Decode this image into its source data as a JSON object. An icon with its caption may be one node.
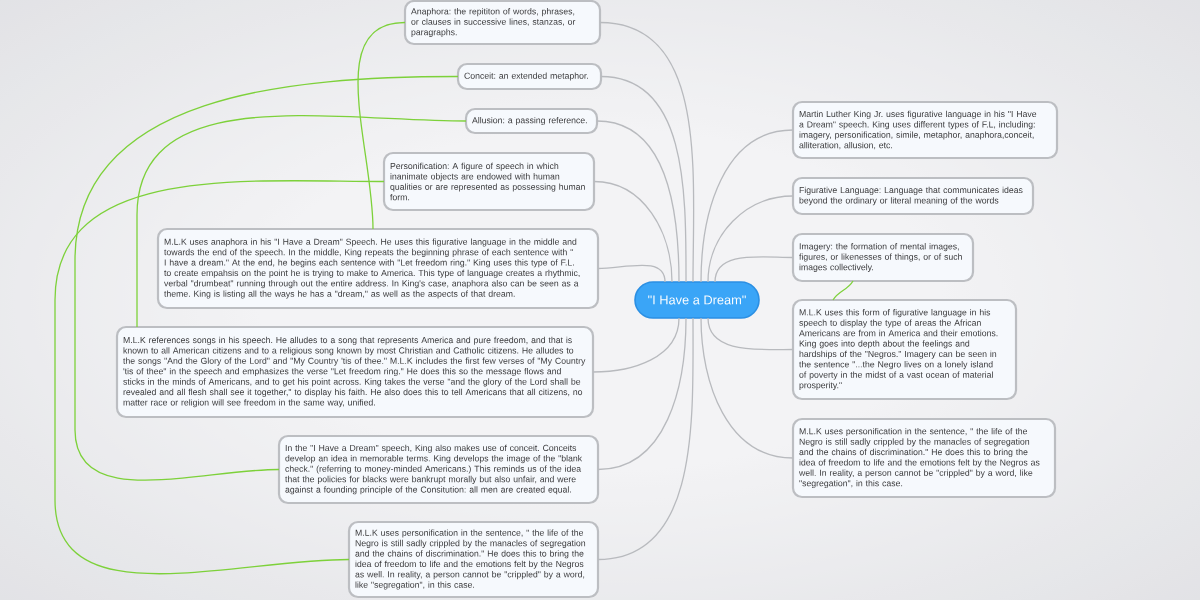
{
  "diagram": {
    "nodes": [
      {
        "text": [
          "\"I Have a Dream\""
        ]
      },
      {
        "text": [
          "Anaphora: the repititon of words, phrases, or clauses in successive lines, stanzas, or paragraphs."
        ]
      },
      {
        "text": [
          "Conceit: an extended metaphor."
        ]
      },
      {
        "text": [
          "Allusion: a passing reference."
        ]
      },
      {
        "text": [
          "Personification: A figure of speech in which inanimate objects are endowed with human qualities or are represented as possessing human form."
        ]
      },
      {
        "text": [
          "M.L.K uses anaphora in his \"I Have a Dream\" Speech. He uses this figurative language in the middle and towards the end of the speech. In the middle, King repeats the beginning phrase of each sentence with \" I have a dream.\" At the end, he begins each sentence with \"Let freedom ring.\" King uses this type of F.L. to create empahsis on the point he is trying to make to America. This type of language creates a rhythmic, verbal \"drumbeat\" running through out the entire address. In King's case, anaphora also can be seen as a theme. King is listing all the ways he has a \"dream,\" as well as the aspects of that dream."
        ]
      },
      {
        "text": [
          "M.L.K references songs in his speech. He alludes to a song that represents America and pure freedom, and that is known to all American citizens and to a religious song known by most Christian and Catholic citizens. He alludes to the songs \"And the Glory of the Lord\" and \"My Country 'tis of thee.\" M.L.K includes the first few verses of \"My Country 'tis of thee\" in the speech and emphasizes the verse \"Let freedom ring.\" He does this so the message flows and sticks in the minds of Americans, and to get his point across. King takes the verse \"and the glory of the Lord shall be revealed and all flesh shall see it together,\" to display his faith. He also does this to tell Americans that all citizens, no matter race or religion will see freedom in the same way, unified."
        ]
      },
      {
        "text": [
          "In the \"I Have a Dream\" speech, King also makes use of conceit. Conceits develop an idea in memorable terms. King develops the image of the \"blank check.\" (referring to money-minded Americans.) This reminds us of the idea that the policies for blacks were bankrupt morally but also unfair, and were against a founding principle of the Consitution: all men are created equal."
        ]
      },
      {
        "text": [
          "M.L.K uses personification in the sentence, \" the life of the Negro is still sadly crippled by the manacles of segregation and the chains of discrimination.\" He does this to bring the idea of freedom to life and the emotions felt by the Negros as well. In reality, a person cannot be \"crippled\" by a word, like \"segregation\", in this case."
        ]
      },
      {
        "text": [
          "Martin Luther King Jr. uses figurative language in his \"I Have a Dream\" speech. King uses different types of F.L, including: imagery, personification, simile, metaphor, anaphora,conceit, alliteration, allusion, etc."
        ]
      },
      {
        "text": [
          "Figurative Language: Language that communicates ideas beyond the ordinary or literal meaning of the words"
        ]
      },
      {
        "text": [
          "Imagery: the formation of mental images, figures, or likenesses of things, or of such images collectively."
        ]
      },
      {
        "text": [
          "M.L.K uses this form of figurative language in his speech to display the type of areas the African Americans are from in America and their emotions. King goes into depth about the feelings and hardships of the \"Negros.\" Imagery can be seen in the sentence \"...the Negro lives on a lonely island of poverty in the midst of a vast ocean of material prosperity.\""
        ]
      },
      {
        "text": [
          "M.L.K uses personification in the sentence, \" the life of the Negro is still sadly crippled by the manacles of segregation and the chains of discrimination.\" He does this to bring the idea of freedom to life and the emotions felt by the Negros as well. In reality, a person cannot be \"crippled\" by a word, like \"segregation\", in this case."
        ]
      }
    ],
    "edges": [
      {
        "from": 0,
        "to": 1,
        "arrow": "none"
      },
      {
        "from": 0,
        "to": 2,
        "arrow": "none"
      },
      {
        "from": 0,
        "to": 3,
        "arrow": "none"
      },
      {
        "from": 0,
        "to": 4,
        "arrow": "none"
      },
      {
        "from": 0,
        "to": 5,
        "arrow": "none"
      },
      {
        "from": 0,
        "to": 6,
        "arrow": "none"
      },
      {
        "from": 0,
        "to": 7,
        "arrow": "none"
      },
      {
        "from": 0,
        "to": 8,
        "arrow": "none"
      },
      {
        "from": 0,
        "to": 9,
        "arrow": "none"
      },
      {
        "from": 0,
        "to": 10,
        "arrow": "none"
      },
      {
        "from": 0,
        "to": 11,
        "arrow": "none"
      },
      {
        "from": 0,
        "to": 12,
        "arrow": "none"
      },
      {
        "from": 0,
        "to": 13,
        "arrow": "none"
      },
      {
        "from": 1,
        "to": 5,
        "arrow": "none",
        "color": "#7dd13a"
      },
      {
        "from": 2,
        "to": 7,
        "arrow": "none",
        "color": "#7dd13a"
      },
      {
        "from": 3,
        "to": 6,
        "arrow": "none",
        "color": "#7dd13a"
      },
      {
        "from": 4,
        "to": 8,
        "arrow": "none",
        "color": "#7dd13a"
      },
      {
        "from": 11,
        "to": 12,
        "arrow": "none",
        "color": "#7dd13a"
      }
    ]
  }
}
